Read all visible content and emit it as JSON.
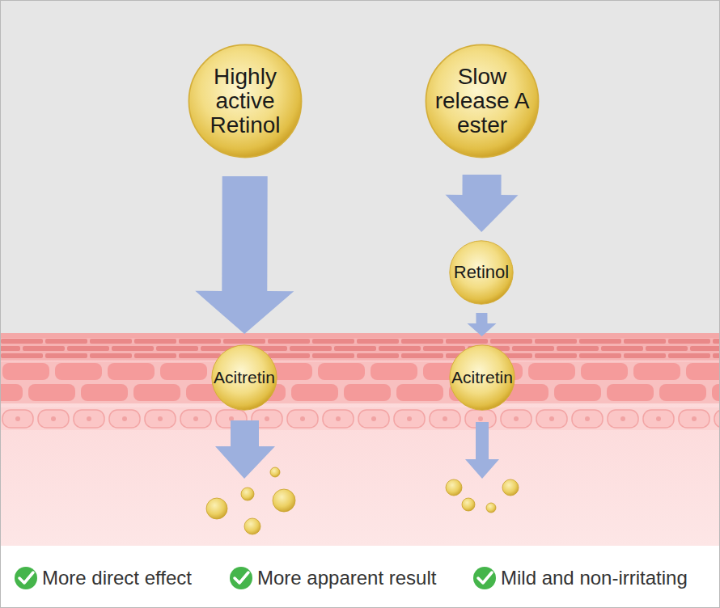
{
  "diagram": {
    "nodes": [
      {
        "text": [
          "Highly active Retinol"
        ]
      },
      {
        "text": [
          "Slow release A ester"
        ]
      },
      {
        "text": [
          "Retinol"
        ]
      },
      {
        "text": [
          "Acitretin"
        ]
      },
      {
        "text": [
          "Acitretin"
        ]
      }
    ],
    "edges": [
      {
        "from": 0,
        "to": 3,
        "arrow": "to"
      },
      {
        "from": 1,
        "to": 2,
        "arrow": "to"
      },
      {
        "from": 2,
        "to": 4,
        "arrow": "to"
      }
    ],
    "labels": [
      "More direct effect",
      "More apparent result",
      "Mild and non-irritating"
    ]
  }
}
